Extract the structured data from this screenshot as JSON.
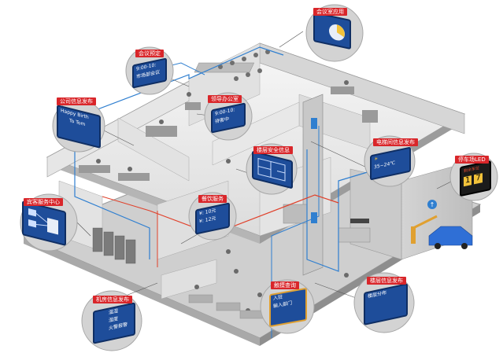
{
  "labels": {
    "meeting_room_app": "会议室应用",
    "meeting_booking": "会议预定",
    "company_info": "公司信息发布",
    "leader_office": "领导办公室",
    "floor_safety": "楼层安全信息",
    "elevator_info": "电梯间信息发布",
    "parking_led": "停车场LED",
    "guest_service": "宾客服务中心",
    "dining_service": "餐饮服务",
    "touch_query": "触摸查询",
    "machine_room": "机房信息发布",
    "floor_info": "楼层信息发布"
  },
  "screens": {
    "meeting_booking": {
      "line1": "9:00-10:",
      "line2": "市场部会议"
    },
    "company_info": {
      "line1": "Happy Birth",
      "line2": "To Tom"
    },
    "leader_office": {
      "line1": "9:00-10:",
      "line2": "待客中"
    },
    "elevator_info": {
      "line1": "35~24℃"
    },
    "parking_led": {
      "line1": "剩余车位",
      "d1": "1",
      "d2": "7"
    },
    "dining_service": {
      "line1": "¥: 10元",
      "line2": "¥: 12元"
    },
    "touch_query": {
      "line1": "入驻",
      "line2": "输入部门"
    },
    "machine_room": {
      "line1": "温湿",
      "line2": "湿度",
      "line3": "火警报警"
    },
    "floor_info": {
      "line1": "楼层分布"
    }
  },
  "colors": {
    "tag_red": "#d9262a",
    "screen_blue": "#1e4d9a",
    "cable_blue": "#2f7fd0",
    "cable_red": "#e0402a",
    "car_blue": "#2f6fd6"
  }
}
